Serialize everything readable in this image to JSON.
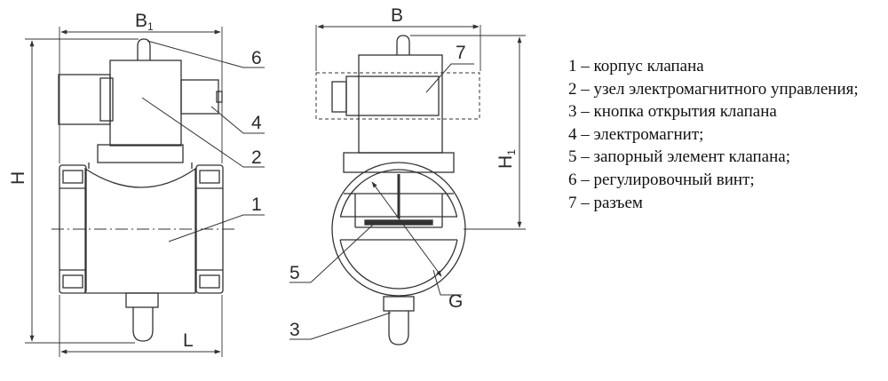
{
  "drawing": {
    "dimensions": {
      "b1": "B",
      "b1_sub": "1",
      "b": "B",
      "h": "H",
      "h1": "H",
      "h1_sub": "1",
      "l": "L",
      "g": "G"
    },
    "callouts": [
      "1",
      "2",
      "3",
      "4",
      "5",
      "6",
      "7"
    ]
  },
  "legend": [
    "1 – корпус клапана",
    "2 – узел электромагнитного управления;",
    "3 – кнопка открытия клапана",
    "4 – электромагнит;",
    "5 – запорный элемент клапана;",
    "6 – регулировочный винт;",
    "7 – разъем"
  ]
}
